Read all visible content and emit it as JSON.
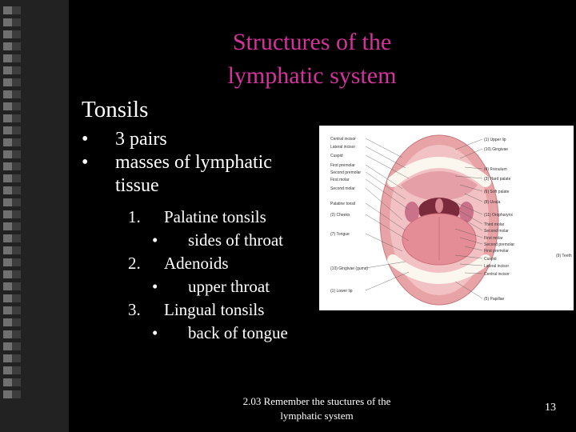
{
  "slide": {
    "title_line1": "Structures of  the",
    "title_line2": "lymphatic system",
    "heading": "Tonsils",
    "bullets": [
      {
        "marker": "•",
        "text": "3 pairs"
      },
      {
        "marker": "•",
        "text": "masses of lymphatic tissue"
      }
    ],
    "numbered": [
      {
        "num": "1.",
        "text": "Palatine tonsils",
        "sub_marker": "•",
        "sub": "sides of throat"
      },
      {
        "num": "2.",
        "text": "Adenoids",
        "sub_marker": "•",
        "sub": "upper throat"
      },
      {
        "num": "3.",
        "text": "Lingual tonsils",
        "sub_marker": "•",
        "sub": "back of tongue"
      }
    ],
    "footer_line1": "2.03 Remember the stuctures of the",
    "footer_line2": "lymphatic system",
    "page_number": "13"
  },
  "figure": {
    "left_labels": [
      "Central incisor",
      "Lateral incisor",
      "Cuspid",
      "First premolar",
      "Second premolar",
      "First molar",
      "Second molar",
      "Palatine tonsil",
      "(2) Cheeks",
      "(7) Tongue",
      "(10) Gingivae (gums)",
      "(1) Lower lip"
    ],
    "right_labels": [
      "(1) Upper lip",
      "(10) Gingivae",
      "(4) Frenulum",
      "(3) Hard palate",
      "(6) Soft palate",
      "(8) Uvula",
      "(11) Oropharynx",
      "Third molar",
      "Second molar",
      "First molar",
      "Second premolar",
      "First premolar",
      "Cuspid",
      "Lateral incisor",
      "Central incisor",
      "(5) Papillae"
    ],
    "teeth_label": "(9) Teeth"
  },
  "colors": {
    "background": "#000000",
    "title": "#d4329d",
    "text": "#ffffff",
    "strip": "#222222"
  }
}
